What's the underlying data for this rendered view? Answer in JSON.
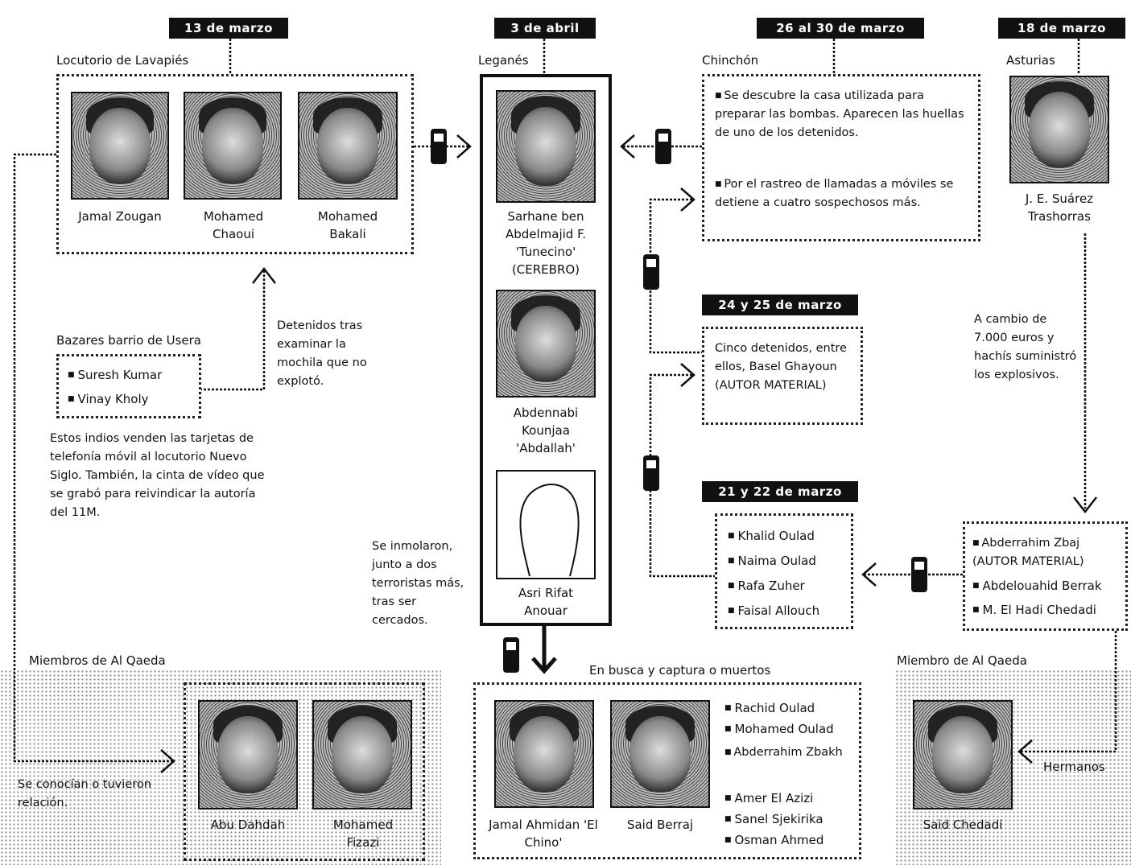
{
  "dates": {
    "d13": "13 de marzo",
    "d2abril": "3 de abril",
    "d26": "26 al 30 de marzo",
    "d18": "18 de marzo",
    "d24": "24 y 25 de marzo",
    "d21": "21 y 22 de marzo"
  },
  "places": {
    "lavapies": "Locutorio de Lavapiés",
    "leganes": "Leganés",
    "chinchon": "Chinchón",
    "asturias": "Asturias",
    "usera": "Bazares barrio de Usera",
    "alqaeda_left": "Miembros de Al Qaeda",
    "alqaeda_right": "Miembro de Al Qaeda",
    "busca": "En busca y captura o muertos"
  },
  "lavapies_people": [
    "Jamal Zougan",
    "Mohamed Chaoui",
    "Mohamed Bakali"
  ],
  "usera_people": [
    "Suresh Kumar",
    "Vinay Kholy"
  ],
  "usera_note": "Estos indios venden las tarjetas de telefonía móvil al locutorio Nuevo Siglo. También, la cinta de vídeo que se grabó para reivindicar la autoría del 11M.",
  "detenidos_note": "Detenidos tras examinar la mochila que no explotó.",
  "leganes_people": [
    "Sarhane ben Abdelmajid F. 'Tunecino' (CEREBRO)",
    "Abdennabi Kounjaa 'Abdallah'",
    "Asri Rifat Anouar"
  ],
  "inmolaron_note": "Se inmolaron, junto a dos terroristas más, tras ser cercados.",
  "chinchon_items": [
    "Se descubre la casa utilizada para preparar las bombas. Aparecen las huellas de uno de los detenidos.",
    "Por el rastreo de llamadas a móviles se detiene a cuatro sospechosos más."
  ],
  "asturias_person": "J. E. Suárez Trashorras",
  "asturias_note": "A cambio de 7.000 euros y hachís suministró los explosivos.",
  "d24_text": "Cinco detenidos, entre ellos, Basel Ghayoun (AUTOR MATERIAL)",
  "d21_people": [
    "Khalid Oulad",
    "Naima Oulad",
    "Rafa Zuher",
    "Faisal Allouch"
  ],
  "right_people": [
    "Abderrahim Zbaj (AUTOR MATERIAL)",
    "Abdelouahid Berrak",
    "M. El Hadi Chedadi"
  ],
  "busca_photos": [
    "Jamal Ahmidan 'El Chino'",
    "Said Berraj"
  ],
  "busca_list": [
    "Rachid Oulad",
    "Mohamed Oulad",
    "Abderrahim Zbakh",
    "Amer El Azizi",
    "Sanel Sjekirika",
    "Osman Ahmed"
  ],
  "alqaeda_people": [
    "Abu Dahdah",
    "Mohamed Fizazi"
  ],
  "alqaeda_note": "Se conocían o tuvieron relación.",
  "right_member": "Said Chedadi",
  "hermanos": "Hermanos"
}
